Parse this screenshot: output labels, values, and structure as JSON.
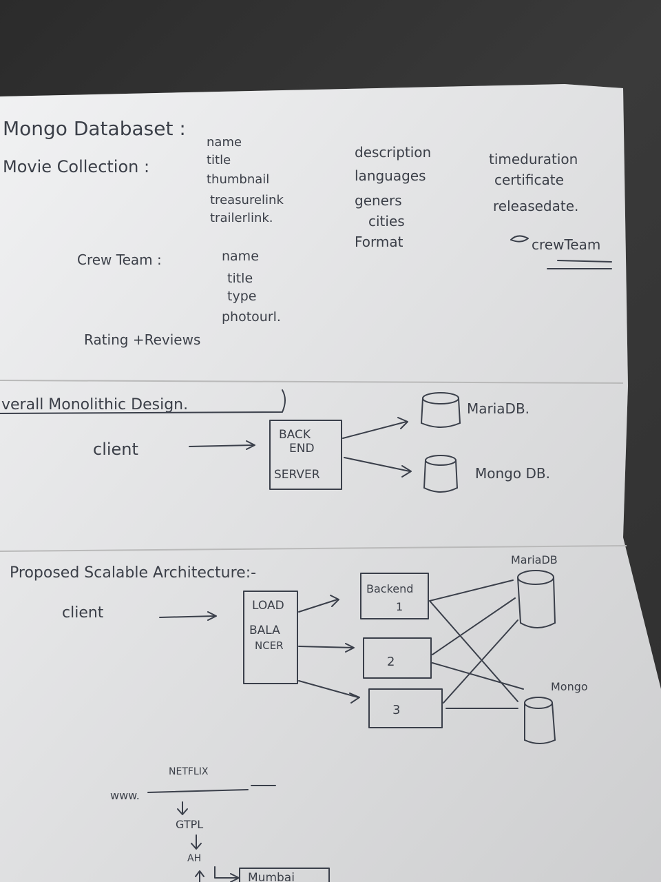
{
  "section1": {
    "heading": "Mongo Databaset :",
    "movie_collection_label": "Movie Collection :",
    "movie_fields_col1": [
      "name",
      "title",
      "thumbnail",
      "treasurelink",
      "trailerlink."
    ],
    "movie_fields_col2": [
      "description",
      "languages",
      "geners",
      "cities",
      "Format"
    ],
    "movie_fields_col3": [
      "timeduration",
      "certificate",
      "releasedate.",
      "crewTeam"
    ],
    "crew_team_label": "Crew Team :",
    "crew_fields": [
      "name",
      "title",
      "type",
      "photourl."
    ],
    "rating_label": "Rating +Reviews"
  },
  "section2": {
    "heading": "verall Monolithic Design.",
    "client": "client",
    "server_lines": [
      "BACK",
      "END",
      "SERVER"
    ],
    "db1": "MariaDB.",
    "db2": "Mongo DB."
  },
  "section3": {
    "heading": "Proposed Scalable Architecture:-",
    "client": "client",
    "lb_lines": [
      "LOAD",
      "BALA",
      "NCER"
    ],
    "backend_label": "Backend",
    "backend_nums": [
      "1",
      "2",
      "3"
    ],
    "db1": "MariaDB",
    "db2": "Mongo"
  },
  "section4": {
    "netflix": "NETFLIX",
    "url": "www.",
    "gtpl": "GTPL",
    "ah": "AH",
    "mumbai": "Mumbai"
  }
}
